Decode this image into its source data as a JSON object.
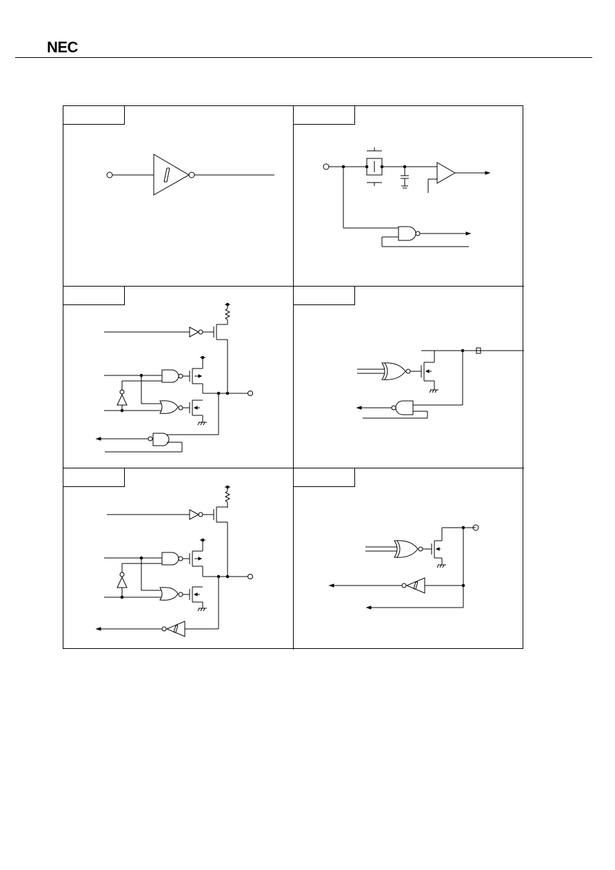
{
  "header": {
    "logo_text": "NEC"
  },
  "panels": [
    {
      "id": "panel-1",
      "tab_label": ""
    },
    {
      "id": "panel-2",
      "tab_label": ""
    },
    {
      "id": "panel-3",
      "tab_label": ""
    },
    {
      "id": "panel-4",
      "tab_label": ""
    },
    {
      "id": "panel-5",
      "tab_label": ""
    },
    {
      "id": "panel-6",
      "tab_label": ""
    }
  ],
  "symbols": {
    "schmitt": "schmitt-trigger-icon",
    "pmos": "p-channel-mosfet-icon",
    "nmos": "n-channel-mosfet-icon",
    "ground": "ground-icon",
    "resistor": "pullup-resistor-icon",
    "crystal": "crystal-icon",
    "capacitor": "capacitor-icon"
  }
}
